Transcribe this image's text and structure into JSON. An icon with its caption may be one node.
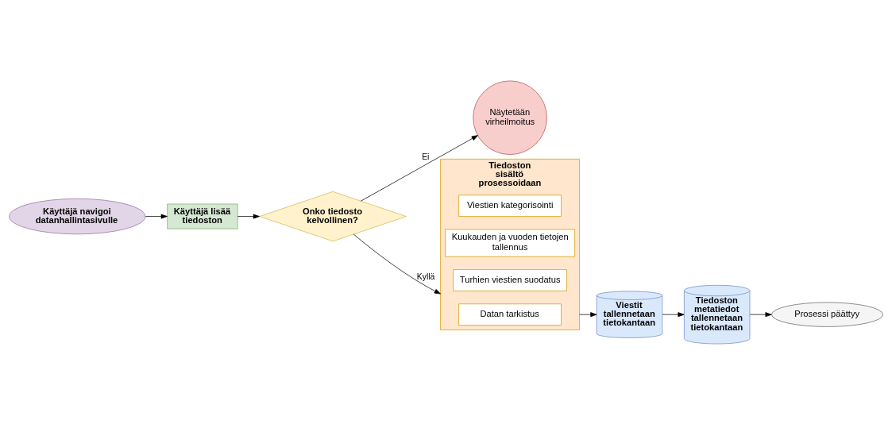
{
  "diagram": {
    "nodes": [
      {
        "text": [
          "Käyttäjä navigoi datanhallintasivulle"
        ]
      },
      {
        "text": [
          "Käyttäjä lisää tiedoston"
        ]
      },
      {
        "text": [
          "Onko tiedosto kelvollinen?"
        ]
      },
      {
        "text": [
          "Näytetään virheilmoitus"
        ]
      },
      {
        "text": [
          "Tiedoston sisältö prosessoidaan"
        ]
      },
      {
        "text": [
          "Datan tarkistus"
        ],
        "in": 4
      },
      {
        "text": [
          "Turhien viestien suodatus"
        ],
        "in": 4
      },
      {
        "text": [
          "Kuukauden ja vuoden tietojen tallennus"
        ],
        "in": 4
      },
      {
        "text": [
          "Viestien kategorisointi"
        ],
        "in": 4
      },
      {
        "text": [
          "Viestit tallennetaan tietokantaan"
        ]
      },
      {
        "text": [
          "Tiedoston metatiedot tallennetaan tietokantaan"
        ]
      },
      {
        "text": [
          "Prosessi päättyy"
        ]
      }
    ],
    "edges": [
      {
        "from": 0,
        "to": 1,
        "arrow": "to"
      },
      {
        "from": 1,
        "to": 2,
        "arrow": "to"
      },
      {
        "from": 2,
        "to": 3,
        "label": "Ei",
        "arrow": "to"
      },
      {
        "from": 2,
        "to": 4,
        "label": "Kyllä",
        "arrow": "to"
      },
      {
        "from": 4,
        "to": 9,
        "arrow": "to"
      },
      {
        "from": 9,
        "to": 10,
        "arrow": "to"
      },
      {
        "from": 10,
        "to": 11,
        "arrow": "to"
      }
    ]
  }
}
